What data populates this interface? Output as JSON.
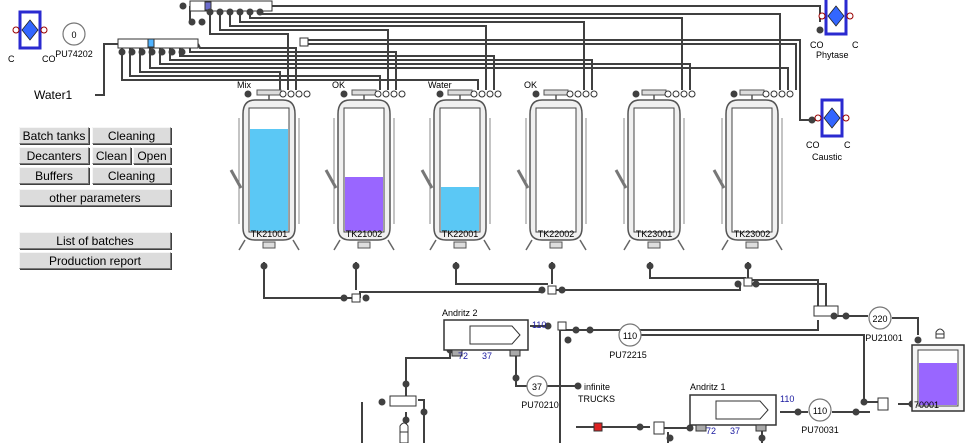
{
  "inputs": {
    "water": "Water1"
  },
  "buttons": {
    "batch_tanks": "Batch tanks",
    "cleaning_1": "Cleaning",
    "decanters": "Decanters",
    "clean": "Clean",
    "open": "Open",
    "buffers": "Buffers",
    "cleaning_2": "Cleaning",
    "other_parameters": "other parameters",
    "list_of_batches": "List of batches",
    "production_report": "Production report"
  },
  "tanks": [
    {
      "id": "TK21001",
      "top_label": "Mix",
      "level": 0.83,
      "color": "#5bc8f5"
    },
    {
      "id": "TK21002",
      "top_label": "OK",
      "level": 0.44,
      "color": "#9966ff"
    },
    {
      "id": "TK22001",
      "top_label": "Water",
      "level": 0.36,
      "color": "#5bc8f5"
    },
    {
      "id": "TK22002",
      "top_label": "OK",
      "level": 0,
      "color": "#5bc8f5"
    },
    {
      "id": "TK23001",
      "top_label": "",
      "level": 0,
      "color": "#5bc8f5"
    },
    {
      "id": "TK23002",
      "top_label": "",
      "level": 0,
      "color": "#5bc8f5"
    }
  ],
  "heat_exchangers": {
    "left": {
      "c": "C",
      "co": "CO"
    },
    "phytase": {
      "label": "Phytase",
      "c": "C",
      "co": "CO"
    },
    "caustic": {
      "label": "Caustic",
      "c": "C",
      "co": "CO"
    }
  },
  "pumps": {
    "pu74202": {
      "tag": "PU74202",
      "value": "0"
    },
    "pu21001": {
      "tag": "PU21001",
      "value": "220"
    },
    "pu72215": {
      "tag": "PU72215",
      "value": "110"
    },
    "pu70210": {
      "tag": "PU70210",
      "value": "37"
    },
    "pu70031": {
      "tag": "PU70031",
      "value": "110"
    }
  },
  "decanters": {
    "andritz2": {
      "label": "Andritz 2",
      "speed": "110",
      "v1": "72",
      "v2": "37"
    },
    "andritz1": {
      "label": "Andritz 1",
      "speed": "110",
      "v1": "72",
      "v2": "37"
    }
  },
  "destinations": {
    "infinite": "infinite",
    "trucks": "TRUCKS"
  },
  "buffer_tank": {
    "id": "70001",
    "level": 0.78,
    "color": "#9966ff"
  },
  "colors": {
    "pipe": "#404040",
    "valve_fill": "#ffffff",
    "line_blue": "#1a1aa0"
  }
}
